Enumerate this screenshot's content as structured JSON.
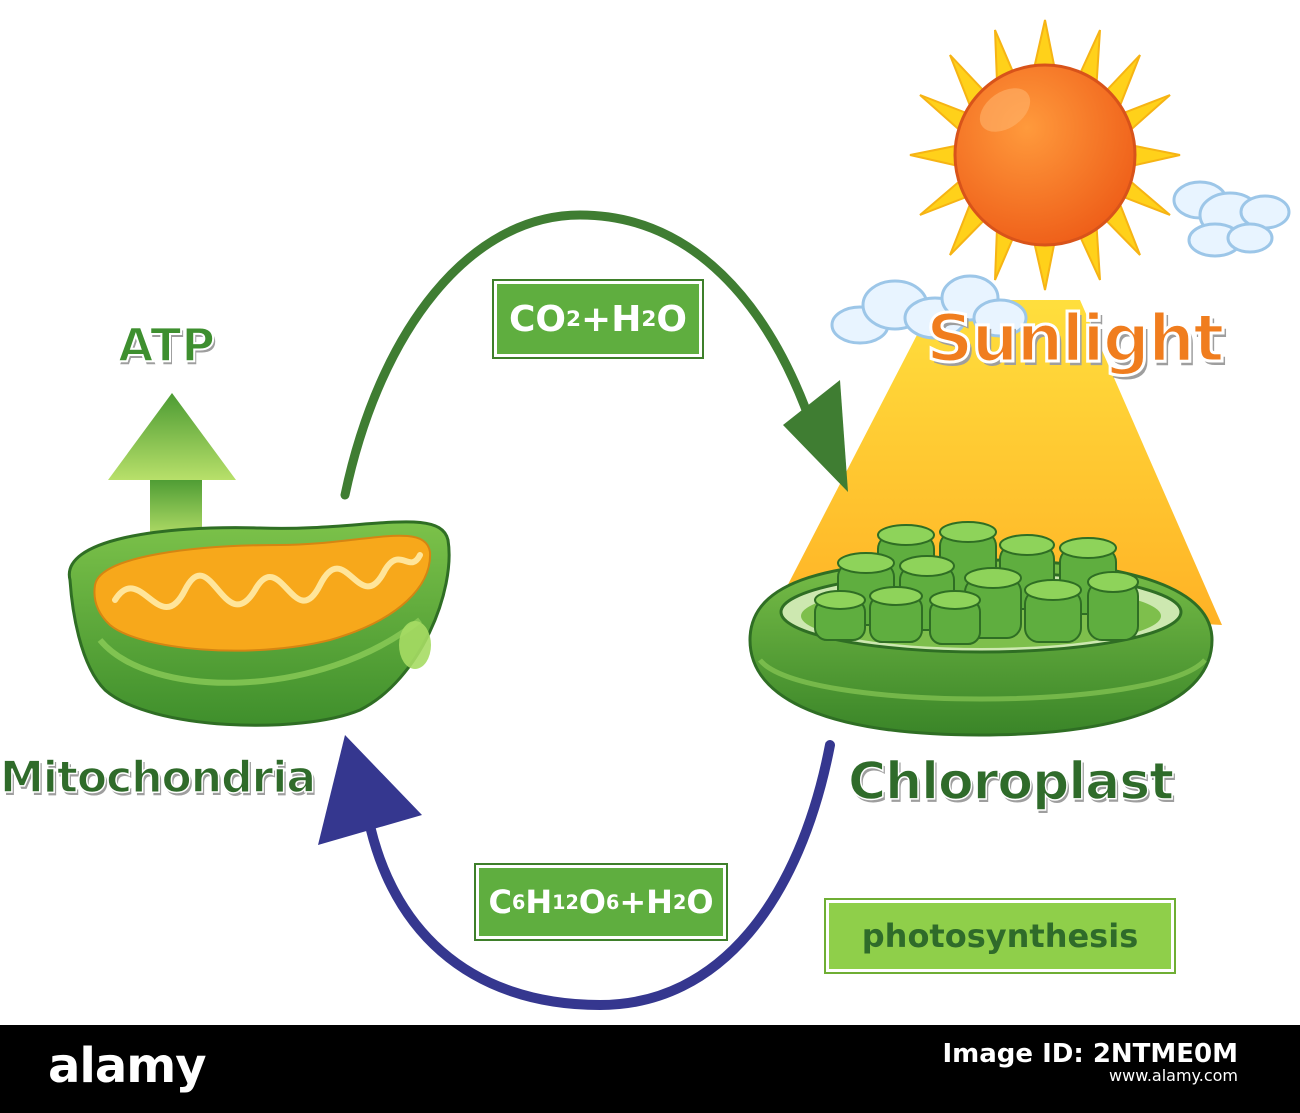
{
  "labels": {
    "atp": "ATP",
    "mitochondria": "Mitochondria",
    "chloroplast": "Chloroplast",
    "sunlight": "Sunlight",
    "photosynthesis": "photosynthesis"
  },
  "formulas": {
    "co2_h2o": {
      "a": "CO",
      "a_sub": "2",
      "plus": "+",
      "b": "H",
      "b_sub": "2",
      "b_end": "O"
    },
    "glucose_h2o": {
      "c": "C",
      "c_sub": "6",
      "h": "H",
      "h_sub": "12",
      "o": "O",
      "o_sub": "6",
      "plus": "+",
      "w": "H",
      "w_sub": "2",
      "w_end": "O"
    }
  },
  "footer": {
    "brand": "alamy",
    "image_id_line": "Image ID: 2NTME0M",
    "site": "www.alamy.com"
  },
  "colors": {
    "arrow_top": "#3f7d32",
    "arrow_bottom": "#35378f",
    "sun_core": "#f0741e",
    "sun_rays": "#ffd11a",
    "sunlight_beam": "#ffc21a",
    "organelle_green": "#5fae3f",
    "cristae_orange": "#f7a81b"
  }
}
